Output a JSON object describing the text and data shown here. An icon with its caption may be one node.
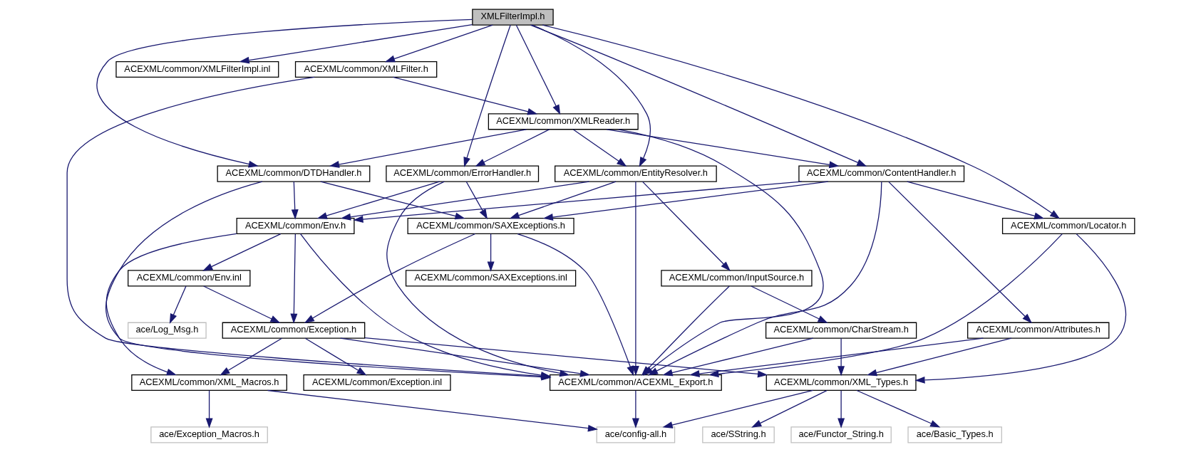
{
  "diagram": {
    "nodes": [
      {
        "text": [
          "XMLFilterImpl.h"
        ]
      },
      {
        "text": [
          "ACEXML/common/XMLFilter.h"
        ]
      },
      {
        "text": [
          "ACEXML/common/XMLFilterImpl.inl"
        ]
      },
      {
        "text": [
          "ACEXML/common/XMLReader.h"
        ]
      },
      {
        "text": [
          "ACEXML/common/ErrorHandler.h"
        ]
      },
      {
        "text": [
          "ACEXML/common/DTDHandler.h"
        ]
      },
      {
        "text": [
          "ACEXML/common/EntityResolver.h"
        ]
      },
      {
        "text": [
          "ACEXML/common/ContentHandler.h"
        ]
      },
      {
        "text": [
          "ACEXML/common/Env.h"
        ]
      },
      {
        "text": [
          "ACEXML/common/SAXExceptions.h"
        ]
      },
      {
        "text": [
          "ACEXML/common/Locator.h"
        ]
      },
      {
        "text": [
          "ACEXML/common/Env.inl"
        ]
      },
      {
        "text": [
          "ACEXML/common/SAXExceptions.inl"
        ]
      },
      {
        "text": [
          "ACEXML/common/InputSource.h"
        ]
      },
      {
        "text": [
          "ace/Log_Msg.h"
        ]
      },
      {
        "text": [
          "ACEXML/common/Exception.h"
        ]
      },
      {
        "text": [
          "ACEXML/common/CharStream.h"
        ]
      },
      {
        "text": [
          "ACEXML/common/Attributes.h"
        ]
      },
      {
        "text": [
          "ACEXML/common/XML_Macros.h"
        ]
      },
      {
        "text": [
          "ACEXML/common/Exception.inl"
        ]
      },
      {
        "text": [
          "ACEXML/common/ACEXML_Export.h"
        ]
      },
      {
        "text": [
          "ACEXML/common/XML_Types.h"
        ]
      },
      {
        "text": [
          "ace/Exception_Macros.h"
        ]
      },
      {
        "text": [
          "ace/config-all.h"
        ]
      },
      {
        "text": [
          "ace/Functor_String.h"
        ]
      },
      {
        "text": [
          "ace/Basic_Types.h"
        ]
      },
      {
        "text": [
          "ace/SString.h"
        ]
      }
    ],
    "edges": [
      {
        "from": 0,
        "to": 1,
        "arrow": "to"
      },
      {
        "from": 0,
        "to": 3,
        "arrow": "to"
      },
      {
        "from": 0,
        "to": 4,
        "arrow": "to"
      },
      {
        "from": 0,
        "to": 5,
        "arrow": "to"
      },
      {
        "from": 0,
        "to": 6,
        "arrow": "to"
      },
      {
        "from": 0,
        "to": 7,
        "arrow": "to"
      },
      {
        "from": 0,
        "to": 10,
        "arrow": "to"
      },
      {
        "from": 0,
        "to": 2,
        "arrow": "to"
      },
      {
        "from": 1,
        "to": 3,
        "arrow": "to"
      },
      {
        "from": 1,
        "to": 20,
        "arrow": "to"
      },
      {
        "from": 3,
        "to": 4,
        "arrow": "to"
      },
      {
        "from": 3,
        "to": 5,
        "arrow": "to"
      },
      {
        "from": 3,
        "to": 6,
        "arrow": "to"
      },
      {
        "from": 3,
        "to": 7,
        "arrow": "to"
      },
      {
        "from": 3,
        "to": 20,
        "arrow": "to"
      },
      {
        "from": 4,
        "to": 8,
        "arrow": "to"
      },
      {
        "from": 4,
        "to": 9,
        "arrow": "to"
      },
      {
        "from": 4,
        "to": 20,
        "arrow": "to"
      },
      {
        "from": 5,
        "to": 8,
        "arrow": "to"
      },
      {
        "from": 5,
        "to": 9,
        "arrow": "to"
      },
      {
        "from": 5,
        "to": 20,
        "arrow": "to"
      },
      {
        "from": 6,
        "to": 8,
        "arrow": "to"
      },
      {
        "from": 6,
        "to": 9,
        "arrow": "to"
      },
      {
        "from": 6,
        "to": 13,
        "arrow": "to"
      },
      {
        "from": 6,
        "to": 20,
        "arrow": "to"
      },
      {
        "from": 7,
        "to": 8,
        "arrow": "to"
      },
      {
        "from": 7,
        "to": 9,
        "arrow": "to"
      },
      {
        "from": 7,
        "to": 10,
        "arrow": "to"
      },
      {
        "from": 7,
        "to": 17,
        "arrow": "to"
      },
      {
        "from": 7,
        "to": 20,
        "arrow": "to"
      },
      {
        "from": 8,
        "to": 11,
        "arrow": "to"
      },
      {
        "from": 8,
        "to": 15,
        "arrow": "to"
      },
      {
        "from": 8,
        "to": 20,
        "arrow": "to"
      },
      {
        "from": 8,
        "to": 18,
        "arrow": "to"
      },
      {
        "from": 9,
        "to": 12,
        "arrow": "to"
      },
      {
        "from": 9,
        "to": 15,
        "arrow": "to"
      },
      {
        "from": 9,
        "to": 20,
        "arrow": "to"
      },
      {
        "from": 10,
        "to": 20,
        "arrow": "to"
      },
      {
        "from": 10,
        "to": 21,
        "arrow": "to"
      },
      {
        "from": 11,
        "to": 14,
        "arrow": "to"
      },
      {
        "from": 11,
        "to": 15,
        "arrow": "to"
      },
      {
        "from": 13,
        "to": 16,
        "arrow": "to"
      },
      {
        "from": 13,
        "to": 20,
        "arrow": "to"
      },
      {
        "from": 15,
        "to": 18,
        "arrow": "to"
      },
      {
        "from": 15,
        "to": 19,
        "arrow": "to"
      },
      {
        "from": 15,
        "to": 20,
        "arrow": "to"
      },
      {
        "from": 15,
        "to": 21,
        "arrow": "to"
      },
      {
        "from": 16,
        "to": 20,
        "arrow": "to"
      },
      {
        "from": 16,
        "to": 21,
        "arrow": "to"
      },
      {
        "from": 17,
        "to": 20,
        "arrow": "to"
      },
      {
        "from": 17,
        "to": 21,
        "arrow": "to"
      },
      {
        "from": 18,
        "to": 22,
        "arrow": "to"
      },
      {
        "from": 18,
        "to": 23,
        "arrow": "to"
      },
      {
        "from": 20,
        "to": 23,
        "arrow": "to"
      },
      {
        "from": 21,
        "to": 23,
        "arrow": "to"
      },
      {
        "from": 21,
        "to": 24,
        "arrow": "to"
      },
      {
        "from": 21,
        "to": 25,
        "arrow": "to"
      },
      {
        "from": 21,
        "to": 26,
        "arrow": "to"
      }
    ]
  }
}
